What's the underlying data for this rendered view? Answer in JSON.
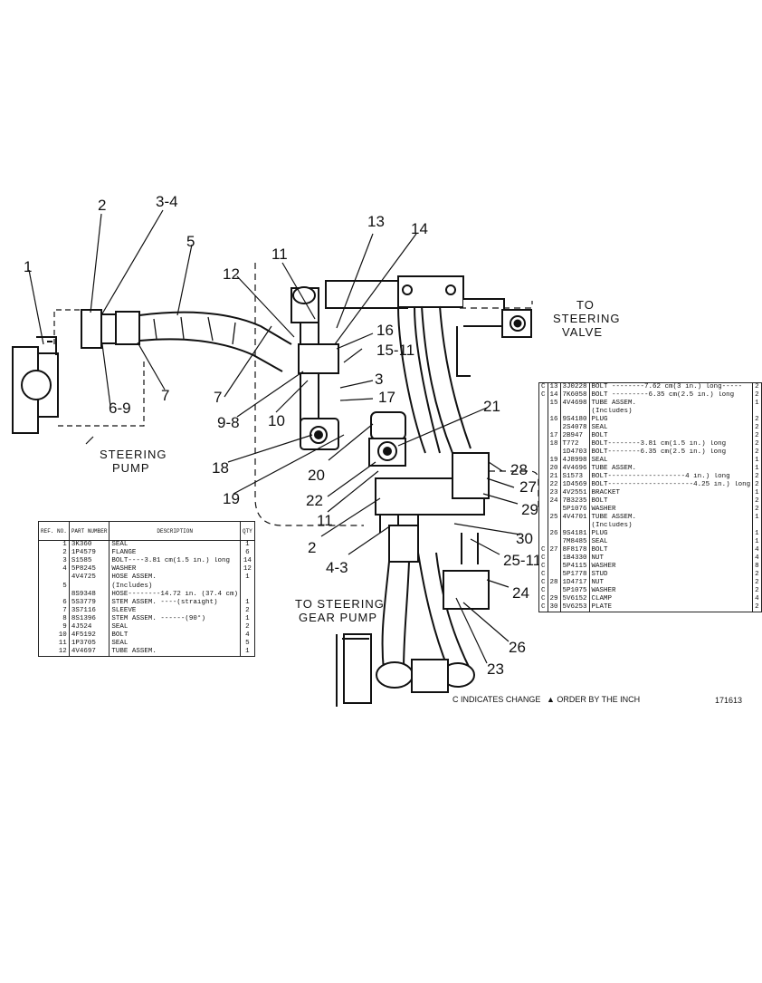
{
  "callouts": [
    "1",
    "2",
    "3-4",
    "5",
    "6-9",
    "7",
    "7",
    "9-8",
    "10",
    "12",
    "11",
    "13",
    "14",
    "16",
    "15-11",
    "3",
    "17",
    "18",
    "19",
    "20",
    "21",
    "22",
    "11",
    "2",
    "4-3",
    "28",
    "27",
    "29",
    "30",
    "25-11",
    "24",
    "26",
    "23"
  ],
  "labels": {
    "steering_pump": [
      "STEERING",
      "PUMP"
    ],
    "steering_valve": [
      "TO",
      "STEERING",
      "VALVE"
    ],
    "gear_pump": [
      "TO STEERING",
      "GEAR PUMP"
    ]
  },
  "footer": {
    "change_note": "C INDICATES CHANGE",
    "inch_note": "▲ ORDER BY THE INCH",
    "illustration_number": "171613"
  },
  "left_table": {
    "headers": {
      "ref": "REF. NO.",
      "part": "PART NUMBER",
      "desc": "DESCRIPTION",
      "qty": "QTY"
    },
    "rows": [
      {
        "ref": "1",
        "part": "3K360",
        "desc": "SEAL",
        "qty": "1"
      },
      {
        "ref": "2",
        "part": "1P4579",
        "desc": "FLANGE",
        "qty": "6"
      },
      {
        "ref": "3",
        "part": "S1585",
        "desc": "BOLT----3.81 cm(1.5 in.) long",
        "qty": "14"
      },
      {
        "ref": "4",
        "part": "5P8245",
        "desc": "WASHER",
        "qty": "12"
      },
      {
        "ref": "",
        "part": "4V4725",
        "desc": "HOSE ASSEM.",
        "qty": "1"
      },
      {
        "ref": "5",
        "part": "",
        "desc": "(Includes)",
        "qty": ""
      },
      {
        "ref": "",
        "part": "8S9348",
        "desc": "HOSE--------14.72 in. (37.4 cm)",
        "qty": ""
      },
      {
        "ref": "6",
        "part": "5S3779",
        "desc": "STEM ASSEM. ----(straight)",
        "qty": "1"
      },
      {
        "ref": "7",
        "part": "3S7116",
        "desc": "SLEEVE",
        "qty": "2"
      },
      {
        "ref": "8",
        "part": "8S1396",
        "desc": "STEM ASSEM. ------(90°)",
        "qty": "1"
      },
      {
        "ref": "9",
        "part": "4J524",
        "desc": "SEAL",
        "qty": "2"
      },
      {
        "ref": "10",
        "part": "4F5192",
        "desc": "BOLT",
        "qty": "4"
      },
      {
        "ref": "11",
        "part": "1P3705",
        "desc": "SEAL",
        "qty": "5"
      },
      {
        "ref": "12",
        "part": "4V4697",
        "desc": "TUBE ASSEM.",
        "qty": "1"
      }
    ]
  },
  "right_table": {
    "rows": [
      {
        "chg": "C",
        "ref": "13",
        "part": "3J0228",
        "desc": "BOLT --------7.62 cm(3 in.) long-----",
        "qty": "2"
      },
      {
        "chg": "C",
        "ref": "14",
        "part": "7K6058",
        "desc": "BOLT ---------6.35 cm(2.5 in.) long",
        "qty": "2"
      },
      {
        "chg": "",
        "ref": "15",
        "part": "4V4698",
        "desc": "TUBE ASSEM.",
        "qty": "1"
      },
      {
        "chg": "",
        "ref": "",
        "part": "",
        "desc": "(Includes)",
        "qty": ""
      },
      {
        "chg": "",
        "ref": "16",
        "part": "9S4180",
        "desc": "PLUG",
        "qty": "2"
      },
      {
        "chg": "",
        "ref": "",
        "part": "2S4078",
        "desc": "SEAL",
        "qty": "2"
      },
      {
        "chg": "",
        "ref": "17",
        "part": "2B947",
        "desc": "BOLT",
        "qty": "2"
      },
      {
        "chg": "",
        "ref": "18",
        "part": "T772",
        "desc": "BOLT--------3.81 cm(1.5 in.) long",
        "qty": "2"
      },
      {
        "chg": "",
        "ref": "",
        "part": "1D4703",
        "desc": "BOLT--------6.35 cm(2.5 in.) long",
        "qty": "2"
      },
      {
        "chg": "",
        "ref": "19",
        "part": "4J8998",
        "desc": "SEAL",
        "qty": "1"
      },
      {
        "chg": "",
        "ref": "20",
        "part": "4V4696",
        "desc": "TUBE ASSEM.",
        "qty": "1"
      },
      {
        "chg": "",
        "ref": "21",
        "part": "S1573",
        "desc": "BOLT-------------------4 in.) long",
        "qty": "2"
      },
      {
        "chg": "",
        "ref": "22",
        "part": "1D4569",
        "desc": "BOLT---------------------4.25 in.) long",
        "qty": "2"
      },
      {
        "chg": "",
        "ref": "23",
        "part": "4V2551",
        "desc": "BRACKET",
        "qty": "1"
      },
      {
        "chg": "",
        "ref": "24",
        "part": "7B3235",
        "desc": "BOLT",
        "qty": "2"
      },
      {
        "chg": "",
        "ref": "",
        "part": "5P1076",
        "desc": "WASHER",
        "qty": "2"
      },
      {
        "chg": "",
        "ref": "25",
        "part": "4V4701",
        "desc": "TUBE ASSEM.",
        "qty": "1"
      },
      {
        "chg": "",
        "ref": "",
        "part": "",
        "desc": "(Includes)",
        "qty": ""
      },
      {
        "chg": "",
        "ref": "26",
        "part": "9S4181",
        "desc": "PLUG",
        "qty": "1"
      },
      {
        "chg": "",
        "ref": "",
        "part": "7M8485",
        "desc": "SEAL",
        "qty": "1"
      },
      {
        "chg": "C",
        "ref": "27",
        "part": "8F8178",
        "desc": "BOLT",
        "qty": "4"
      },
      {
        "chg": "C",
        "ref": "",
        "part": "1B4330",
        "desc": "NUT",
        "qty": "4"
      },
      {
        "chg": "C",
        "ref": "",
        "part": "5P4115",
        "desc": "WASHER",
        "qty": "8"
      },
      {
        "chg": "C",
        "ref": "",
        "part": "5P1778",
        "desc": "STUD",
        "qty": "2"
      },
      {
        "chg": "C",
        "ref": "28",
        "part": "1D4717",
        "desc": "NUT",
        "qty": "2"
      },
      {
        "chg": "C",
        "ref": "",
        "part": "5P1075",
        "desc": "WASHER",
        "qty": "2"
      },
      {
        "chg": "C",
        "ref": "29",
        "part": "5V6152",
        "desc": "CLAMP",
        "qty": "4"
      },
      {
        "chg": "C",
        "ref": "30",
        "part": "5V6253",
        "desc": "PLATE",
        "qty": "2"
      }
    ]
  }
}
